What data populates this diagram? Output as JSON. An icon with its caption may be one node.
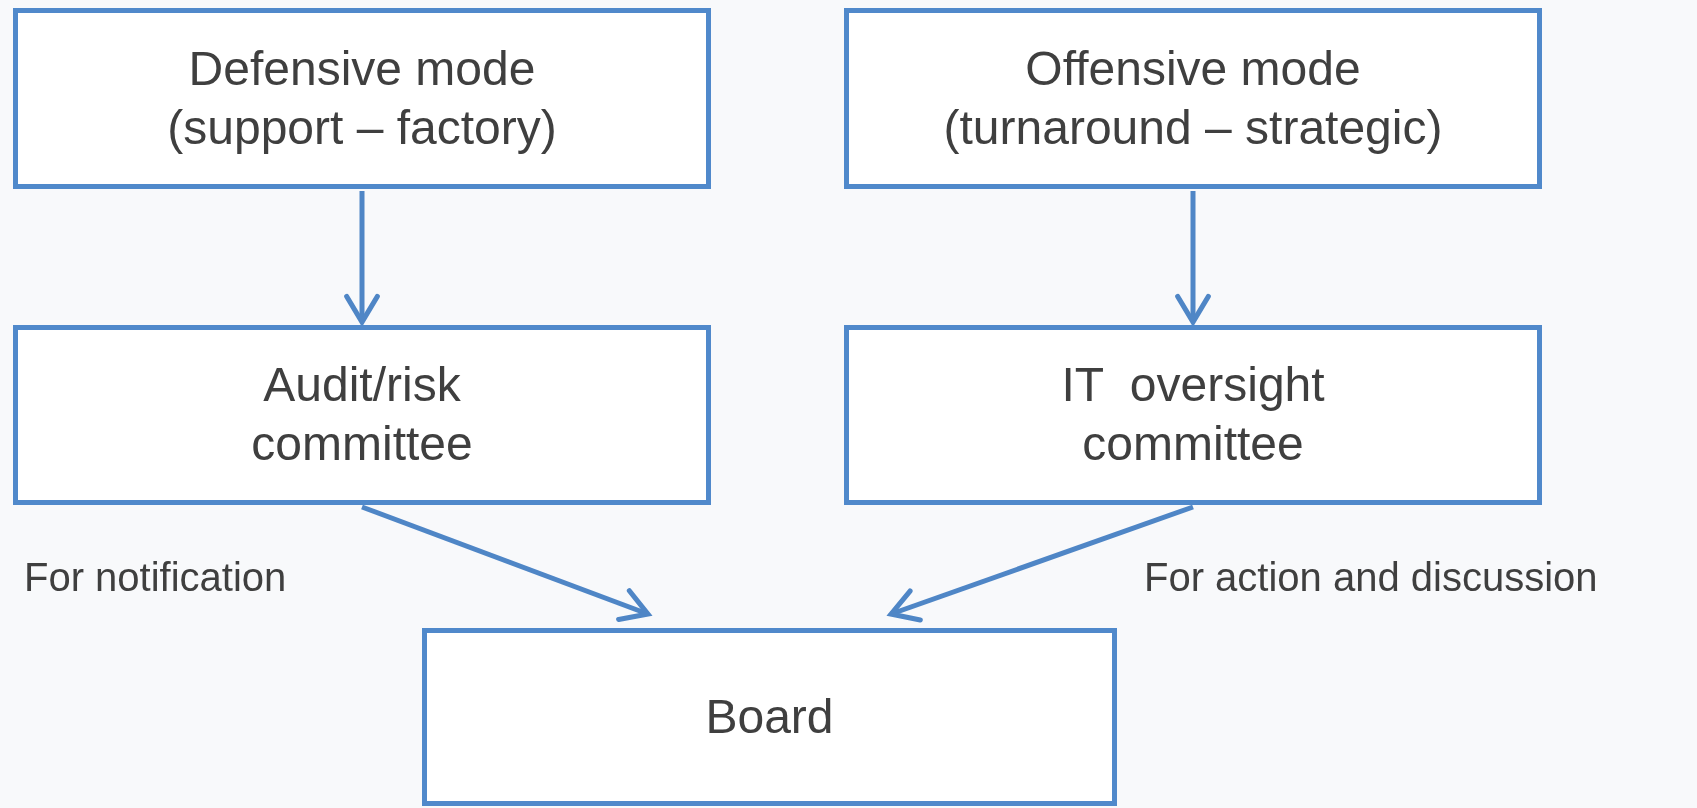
{
  "diagram": {
    "nodes": [
      {
        "text": [
          "Defensive mode (support – factory)"
        ]
      },
      {
        "text": [
          "Offensive mode (turnaround – strategic)"
        ]
      },
      {
        "text": [
          "Audit/risk committee"
        ]
      },
      {
        "text": [
          "IT  oversight committee"
        ]
      },
      {
        "text": [
          "Board"
        ]
      }
    ],
    "edges": [
      {
        "from": 0,
        "to": 2,
        "arrow": "to"
      },
      {
        "from": 1,
        "to": 3,
        "arrow": "to"
      },
      {
        "from": 2,
        "to": 4,
        "arrow": "to",
        "label": "For notification"
      },
      {
        "from": 3,
        "to": 4,
        "arrow": "to",
        "label": "For action and discussion"
      }
    ]
  }
}
